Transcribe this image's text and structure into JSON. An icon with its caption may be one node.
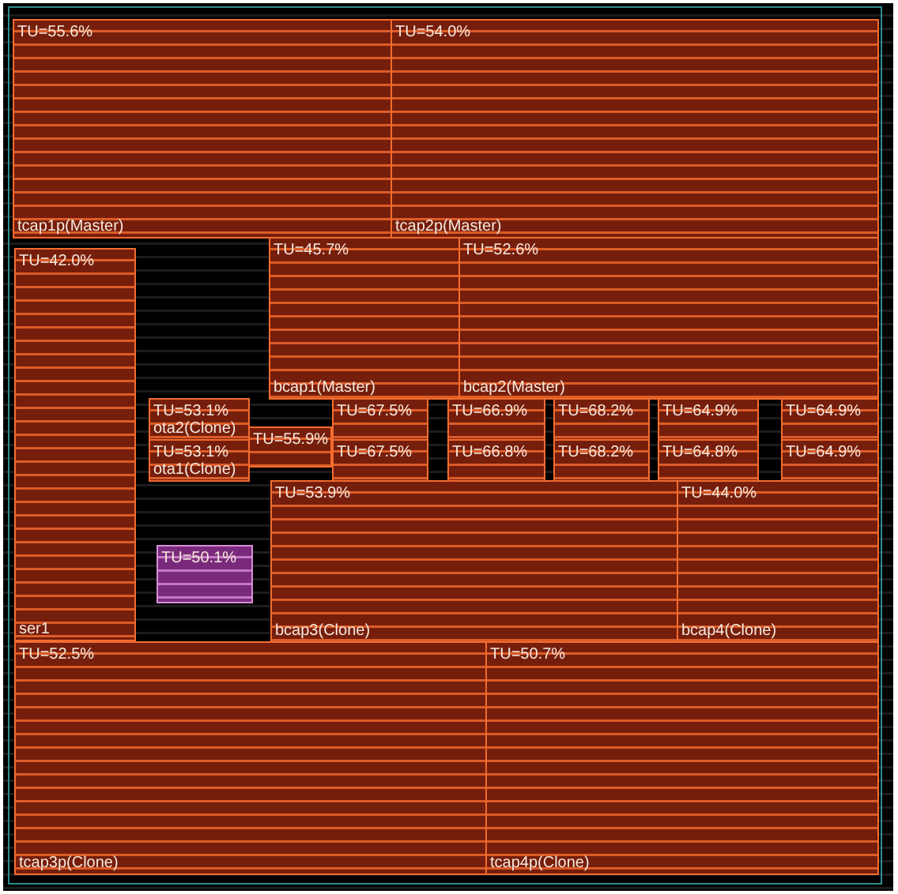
{
  "diagram": {
    "nodes": [
      {
        "text": [
          "TU=55.6%",
          "tcap1p(Master)"
        ]
      },
      {
        "text": [
          "TU=54.0%",
          "tcap2p(Master)"
        ]
      },
      {
        "text": [
          "TU=42.0%",
          "ser1"
        ]
      },
      {
        "text": [
          "TU=45.7%",
          "bcap1(Master)"
        ]
      },
      {
        "text": [
          "TU=52.6%",
          "bcap2(Master)"
        ]
      },
      {
        "text": [
          "TU=53.1%",
          "ota2(Clone)"
        ]
      },
      {
        "text": [
          "TU=67.5%"
        ]
      },
      {
        "text": [
          "TU=66.9%"
        ]
      },
      {
        "text": [
          "TU=68.2%"
        ]
      },
      {
        "text": [
          "TU=64.9%"
        ]
      },
      {
        "text": [
          "TU=64.9%"
        ]
      },
      {
        "text": [
          "TU=55.9%"
        ]
      },
      {
        "text": [
          "TU=53.1%",
          "ota1(Clone)"
        ]
      },
      {
        "text": [
          "TU=67.5%"
        ]
      },
      {
        "text": [
          "TU=66.8%"
        ]
      },
      {
        "text": [
          "TU=68.2%"
        ]
      },
      {
        "text": [
          "TU=64.8%"
        ]
      },
      {
        "text": [
          "TU=64.9%"
        ]
      },
      {
        "text": [
          "TU=53.9%",
          "bcap3(Clone)"
        ]
      },
      {
        "text": [
          "TU=44.0%",
          "bcap4(Clone)"
        ]
      },
      {
        "text": [
          "TU=50.1%"
        ]
      },
      {
        "text": [
          "TU=52.5%",
          "tcap3p(Clone)"
        ]
      },
      {
        "text": [
          "TU=50.7%",
          "tcap4p(Clone)"
        ]
      }
    ]
  }
}
